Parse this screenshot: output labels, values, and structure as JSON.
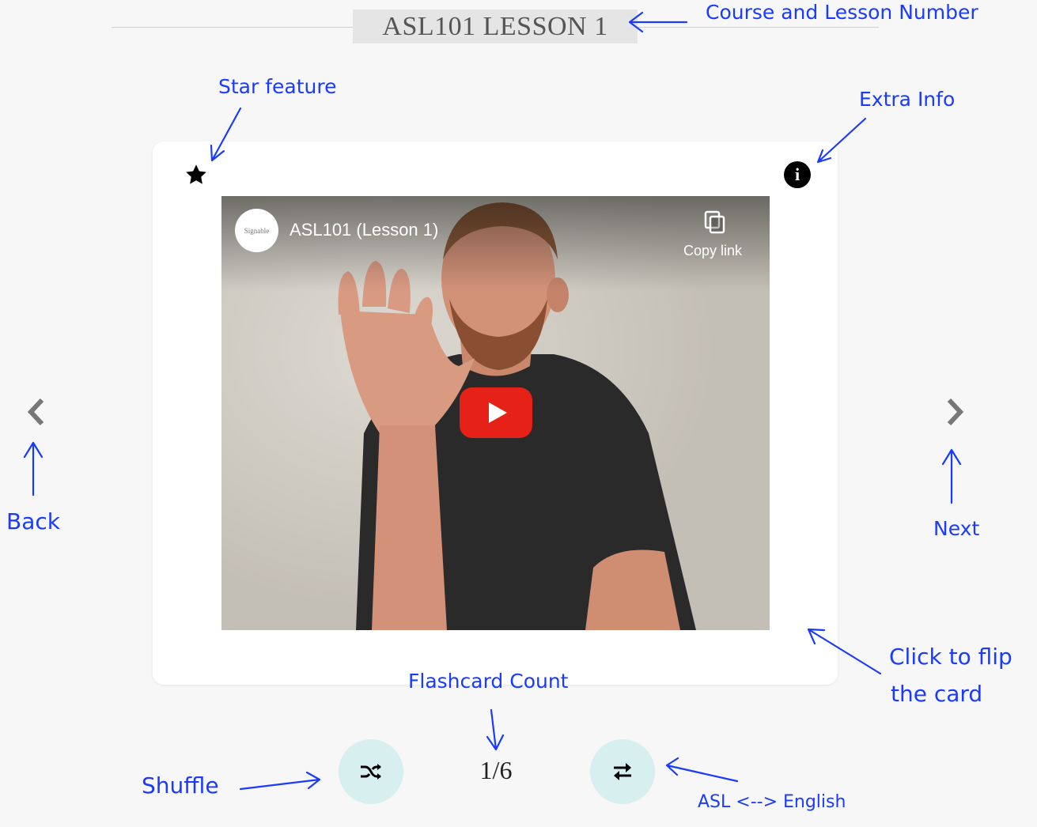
{
  "header": {
    "title": "ASL101 LESSON 1"
  },
  "video": {
    "channel": "Signable",
    "title": "ASL101 (Lesson 1)",
    "copy_link_label": "Copy link"
  },
  "footer": {
    "count": "1/6"
  },
  "annotations": {
    "course_lesson": "Course and Lesson Number",
    "star": "Star feature",
    "extra_info": "Extra Info",
    "back": "Back",
    "next": "Next",
    "flip_line1": "Click to flip",
    "flip_line2": "the card",
    "count": "Flashcard Count",
    "shuffle": "Shuffle",
    "swap": "ASL <--> English"
  },
  "icons": {
    "star": "star-icon",
    "info": "info-icon",
    "back": "chevron-left-icon",
    "next": "chevron-right-icon",
    "shuffle": "shuffle-icon",
    "swap": "swap-arrows-icon",
    "play": "youtube-play-icon",
    "copy": "copy-icon"
  },
  "colors": {
    "background": "#f7f7f7",
    "card": "#ffffff",
    "annotation": "#1a3bff",
    "button": "#d8eff0",
    "play": "#e62117"
  }
}
